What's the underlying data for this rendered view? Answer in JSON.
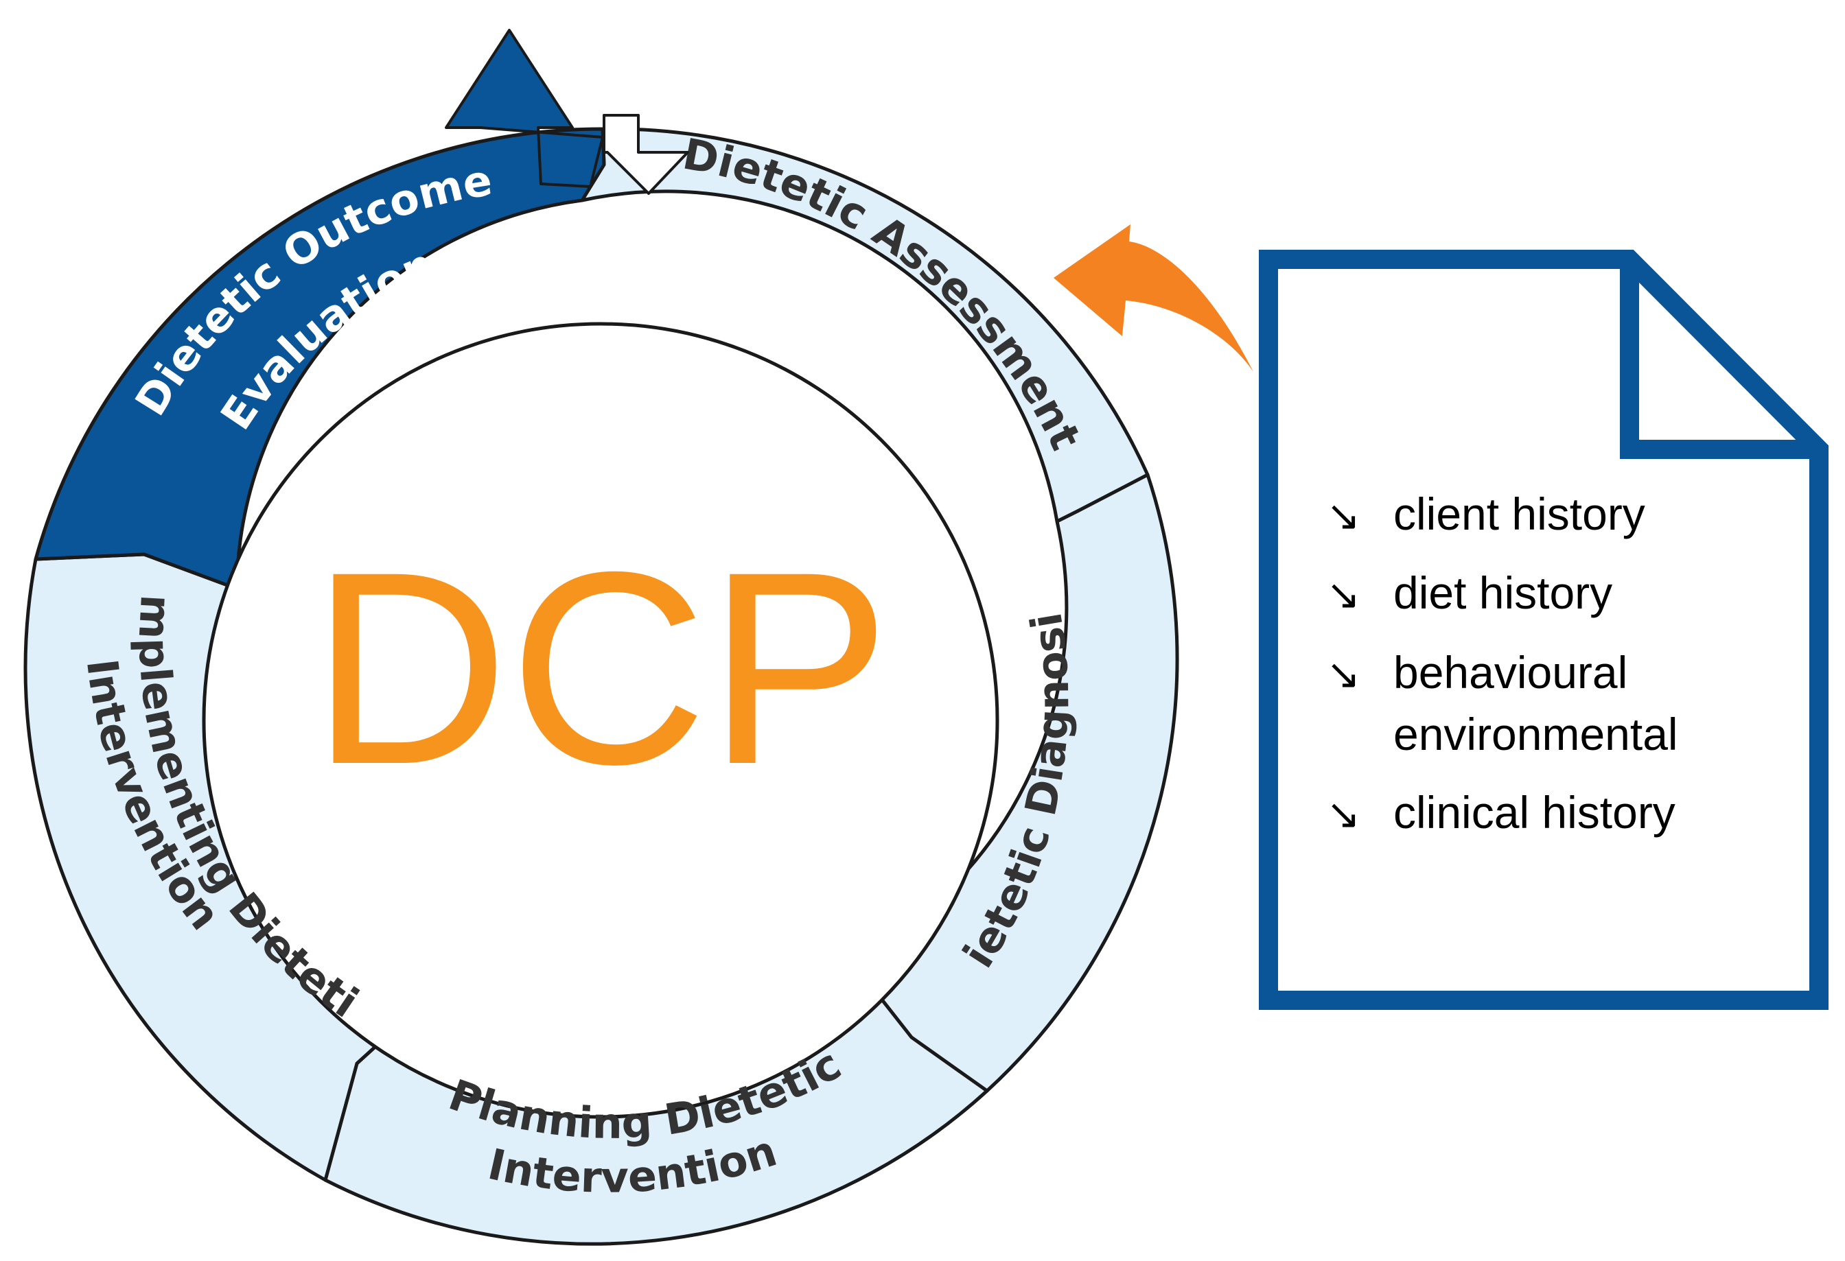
{
  "colors": {
    "segment_light": "#dff0fb",
    "segment_dark": "#0a5598",
    "outline": "#1a1a1a",
    "segment_text_dark": "#333333",
    "segment_text_light": "#ffffff",
    "center_text": "#f7941d",
    "document_border": "#0a5598",
    "connector_arrow": "#f58220",
    "document_text": "#000000"
  },
  "cycle": {
    "center_label": "DCP",
    "segments": [
      {
        "id": "assessment",
        "lines": [
          "Dietetic Assessment"
        ],
        "highlighted": false
      },
      {
        "id": "diagnosis",
        "lines": [
          "Dietetic Diagnosis"
        ],
        "highlighted": false
      },
      {
        "id": "planning",
        "lines": [
          "Planning Dietetic",
          "Intervention"
        ],
        "highlighted": false
      },
      {
        "id": "implementing",
        "lines": [
          "Implementing Dietetic",
          "Intervention"
        ],
        "highlighted": false
      },
      {
        "id": "evaluation",
        "lines": [
          "Dietetic Outcome",
          "Evaluation"
        ],
        "highlighted": true
      }
    ]
  },
  "document": {
    "bullet_icon": "arrow-down-right-icon",
    "bullet_glyph": "↘",
    "items": [
      {
        "lines": [
          "client history"
        ]
      },
      {
        "lines": [
          "diet history"
        ]
      },
      {
        "lines": [
          "behavioural",
          "environmental"
        ]
      },
      {
        "lines": [
          "clinical history"
        ]
      }
    ]
  }
}
